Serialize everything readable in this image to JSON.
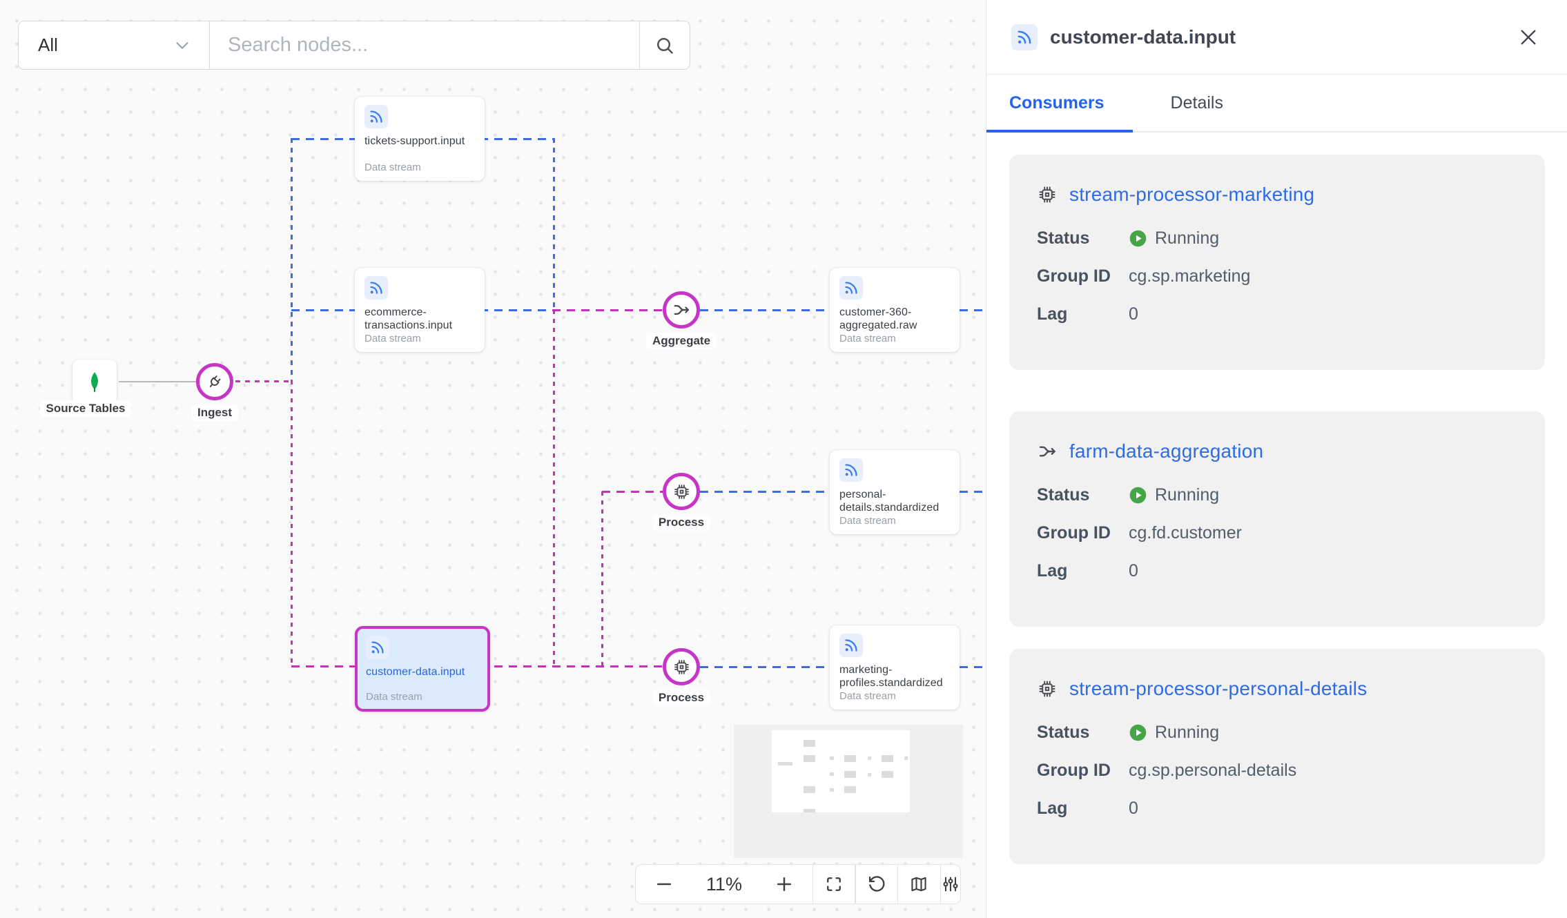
{
  "colors": {
    "accent_blue": "#2563eb",
    "link_blue": "#2e6be6",
    "edge_blue": "#3e6ce5",
    "edge_magenta": "#c531b9",
    "selected_border": "#c636c6",
    "running_green": "#46a546",
    "mongodb_green": "#10aa50",
    "card_bg": "#f1f1f2",
    "stream_icon_blue": "#3b7cf0"
  },
  "search": {
    "filter_value": "All",
    "placeholder": "Search nodes...",
    "icons": [
      "chevron-down-icon",
      "search-icon"
    ]
  },
  "canvas": {
    "op_nodes": [
      {
        "label": "Source Tables",
        "icon": "mongodb-leaf-icon"
      },
      {
        "label": "Ingest",
        "icon": "plug-icon"
      },
      {
        "label": "Aggregate",
        "icon": "merge-icon"
      },
      {
        "label": "Process",
        "icon": "chip-icon"
      },
      {
        "label": "Process",
        "icon": "chip-icon"
      }
    ],
    "streams": [
      {
        "title": "tickets-support.input",
        "subtitle": "Data stream",
        "icon": "stream-icon"
      },
      {
        "title": "ecommerce-transactions.input",
        "subtitle": "Data stream",
        "icon": "stream-icon"
      },
      {
        "title": "customer-360-aggregated.raw",
        "subtitle": "Data stream",
        "icon": "stream-icon"
      },
      {
        "title": "personal-details.standardized",
        "subtitle": "Data stream",
        "icon": "stream-icon"
      },
      {
        "title": "marketing-profiles.standardized",
        "subtitle": "Data stream",
        "icon": "stream-icon"
      },
      {
        "title": "customer-data.input",
        "subtitle": "Data stream",
        "icon": "stream-icon",
        "selected": true
      }
    ],
    "zoom_toolbar": {
      "zoom_level": "11%",
      "icons": [
        "minus-icon",
        "plus-icon",
        "fit-view-icon",
        "reset-icon",
        "minimap-icon",
        "settings-sliders-icon"
      ]
    }
  },
  "panel": {
    "title": "customer-data.input",
    "title_icon": "stream-icon",
    "close_icon": "close-icon",
    "tabs": [
      {
        "label": "Consumers",
        "active": true
      },
      {
        "label": "Details",
        "active": false
      }
    ],
    "field_labels": {
      "status": "Status",
      "group_id": "Group ID",
      "lag": "Lag"
    },
    "consumers": [
      {
        "name": "stream-processor-marketing",
        "icon": "chip-icon",
        "status": "Running",
        "group_id": "cg.sp.marketing",
        "lag": "0"
      },
      {
        "name": "farm-data-aggregation",
        "icon": "merge-icon",
        "status": "Running",
        "group_id": "cg.fd.customer",
        "lag": "0"
      },
      {
        "name": "stream-processor-personal-details",
        "icon": "chip-icon",
        "status": "Running",
        "group_id": "cg.sp.personal-details",
        "lag": "0"
      }
    ]
  }
}
